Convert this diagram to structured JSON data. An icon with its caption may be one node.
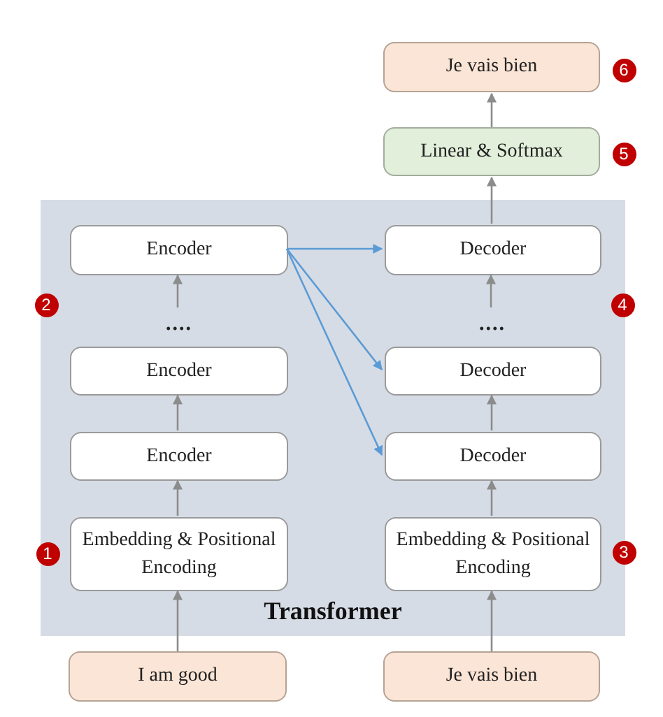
{
  "diagram": {
    "nodes": [
      {
        "text": [
          "Je vais bien"
        ]
      },
      {
        "text": [
          "Linear & Softmax"
        ]
      },
      {
        "text": [
          "Transformer"
        ]
      },
      {
        "text": [
          "Encoder"
        ],
        "in": 2
      },
      {
        "text": [
          "Decoder"
        ],
        "in": 2
      },
      {
        "text": [
          "...."
        ],
        "in": 2
      },
      {
        "text": [
          "...."
        ],
        "in": 2
      },
      {
        "text": [
          "Encoder"
        ],
        "in": 2
      },
      {
        "text": [
          "Decoder"
        ],
        "in": 2
      },
      {
        "text": [
          "Encoder"
        ],
        "in": 2
      },
      {
        "text": [
          "Decoder"
        ],
        "in": 2
      },
      {
        "text": [
          "Embedding & Positional Encoding"
        ],
        "in": 2
      },
      {
        "text": [
          "Embedding & Positional Encoding"
        ],
        "in": 2
      },
      {
        "text": [
          "I am good"
        ]
      },
      {
        "text": [
          "Je vais bien"
        ]
      }
    ],
    "edges": [
      {
        "from": 1,
        "to": 0,
        "arrow": "to"
      },
      {
        "from": 4,
        "to": 1,
        "arrow": "to"
      },
      {
        "from": 5,
        "to": 3,
        "arrow": "to"
      },
      {
        "from": 6,
        "to": 4,
        "arrow": "to"
      },
      {
        "from": 9,
        "to": 7,
        "arrow": "to"
      },
      {
        "from": 10,
        "to": 8,
        "arrow": "to"
      },
      {
        "from": 11,
        "to": 9,
        "arrow": "to"
      },
      {
        "from": 12,
        "to": 10,
        "arrow": "to"
      },
      {
        "from": 13,
        "to": 11,
        "arrow": "to"
      },
      {
        "from": 14,
        "to": 12,
        "arrow": "to"
      },
      {
        "from": 3,
        "to": 4,
        "arrow": "to",
        "color": "#5b9bd5"
      },
      {
        "from": 3,
        "to": 8,
        "arrow": "to",
        "color": "#5b9bd5"
      },
      {
        "from": 3,
        "to": 10,
        "arrow": "to",
        "color": "#5b9bd5"
      }
    ],
    "labels": [
      "6",
      "5",
      "2",
      "4",
      "1",
      "3"
    ]
  }
}
